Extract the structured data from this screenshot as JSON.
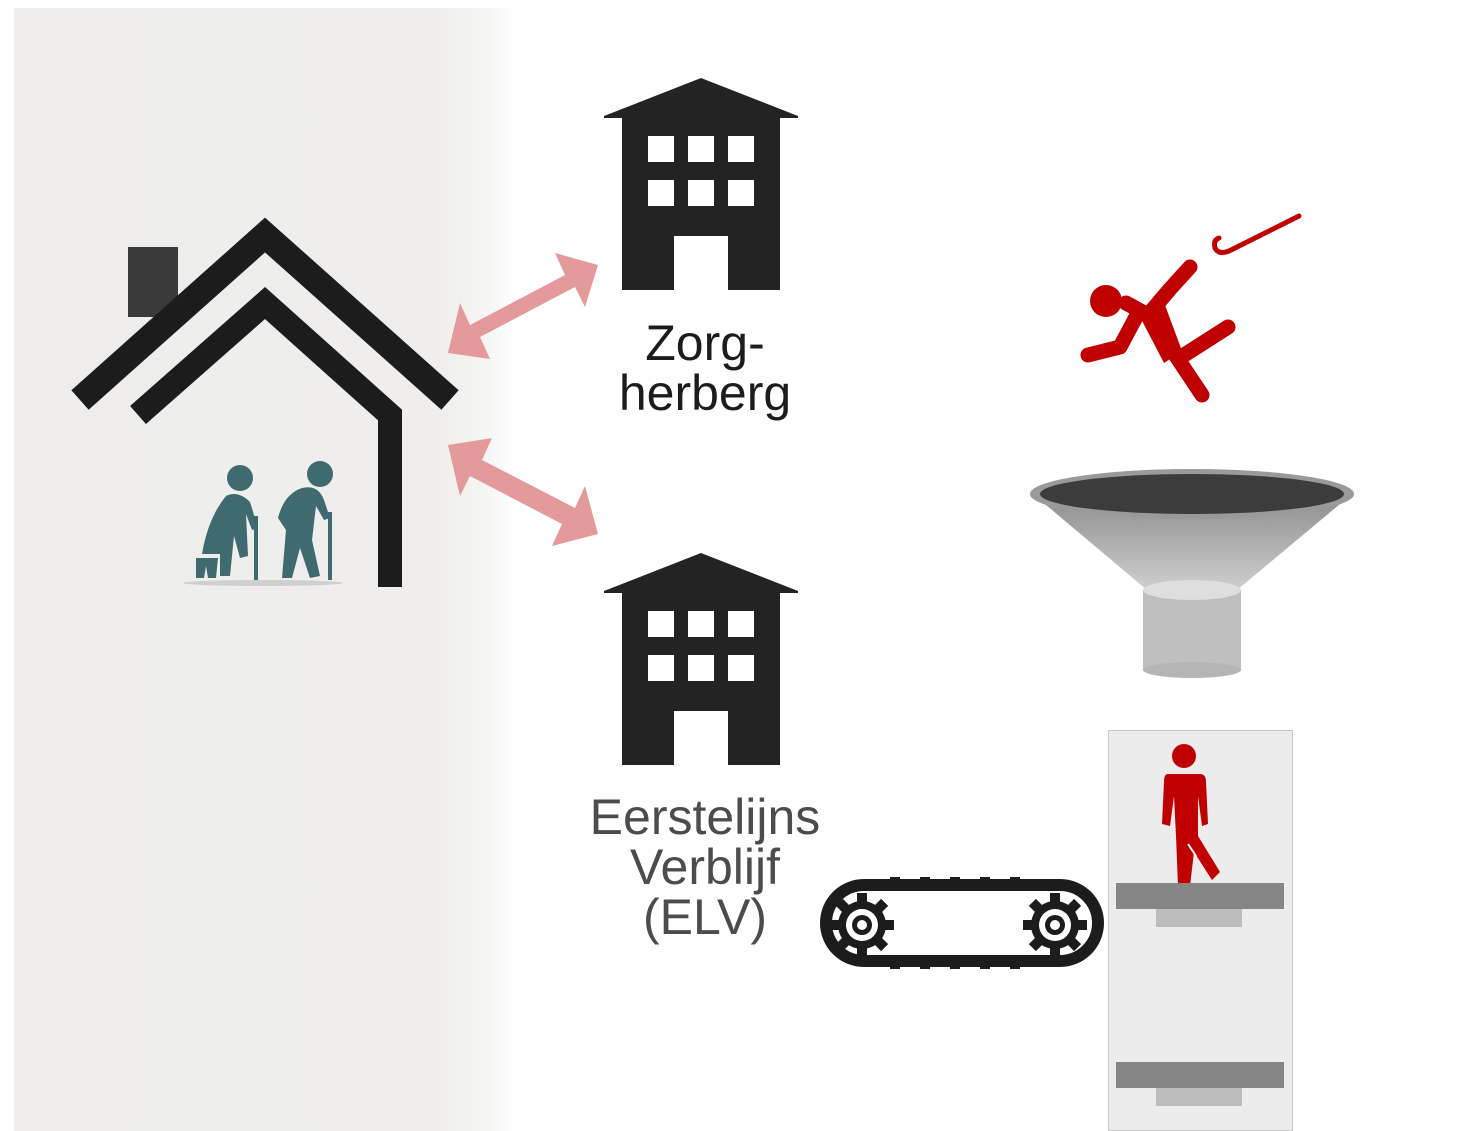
{
  "labels": {
    "zorgherberg": [
      "Zorg-",
      "herberg"
    ],
    "elv": [
      "Eerstelijns",
      "Verblijf",
      "(ELV)"
    ]
  },
  "icons": [
    "house-icon",
    "elderly-couple-icon",
    "building-icon",
    "double-arrow-icon",
    "falling-person-icon",
    "cane-icon",
    "funnel-icon",
    "conveyor-belt-icon",
    "gear-icon",
    "walking-person-icon",
    "shelf-icon"
  ],
  "colors": {
    "panel": "#efeeec",
    "building": "#232323",
    "arrow": "#e49a9a",
    "accent_red": "#c00000",
    "elderly": "#3f6b70",
    "funnel": "#b5b5b5"
  }
}
